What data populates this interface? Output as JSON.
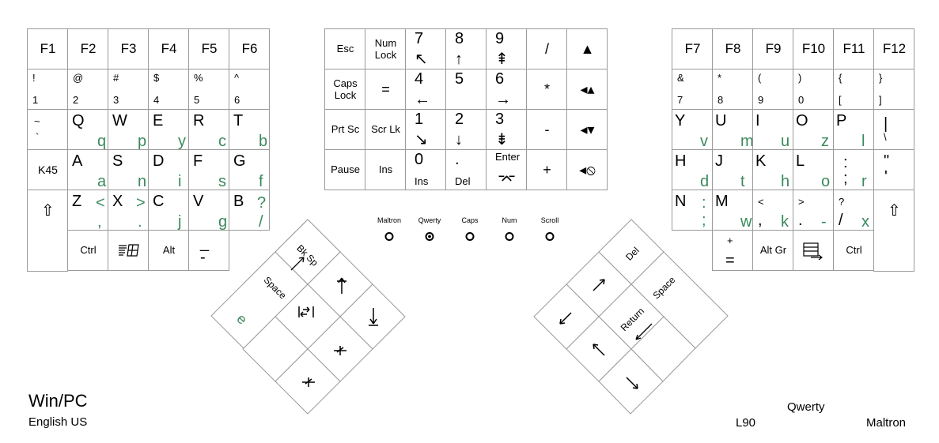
{
  "left_block": {
    "fkeys": [
      "F1",
      "F2",
      "F3",
      "F4",
      "F5",
      "F6"
    ],
    "num_row": [
      {
        "top": "!",
        "bottom": "1"
      },
      {
        "top": "@",
        "bottom": "2"
      },
      {
        "top": "#",
        "bottom": "3"
      },
      {
        "top": "$",
        "bottom": "4"
      },
      {
        "top": "%",
        "bottom": "5"
      },
      {
        "top": "^",
        "bottom": "6"
      }
    ],
    "qwerty_row": [
      {
        "top": "~",
        "bottom": "`"
      },
      {
        "main": "Q",
        "alt": "q"
      },
      {
        "main": "W",
        "alt": "p"
      },
      {
        "main": "E",
        "alt": "y"
      },
      {
        "main": "R",
        "alt": "c"
      },
      {
        "main": "T",
        "alt": "b"
      }
    ],
    "home_row": [
      {
        "label": "K45"
      },
      {
        "main": "A",
        "alt": "a"
      },
      {
        "main": "S",
        "alt": "n"
      },
      {
        "main": "D",
        "alt": "i"
      },
      {
        "main": "F",
        "alt": "s"
      },
      {
        "main": "G",
        "alt": "f"
      }
    ],
    "bottom_row": [
      {
        "main": "Z",
        "alt_top": "<",
        "alt_bottom": ","
      },
      {
        "main": "X",
        "alt_top": ">",
        "alt_bottom": "."
      },
      {
        "main": "C",
        "alt": "j"
      },
      {
        "main": "V",
        "alt": "g"
      },
      {
        "main": "B",
        "alt_top": "?",
        "alt_bottom": "/"
      }
    ],
    "shift_icon": "shift-arrow-icon",
    "mod_row": {
      "ctrl": "Ctrl",
      "win_icon": "windows-icon",
      "alt": "Alt",
      "minus_top": "_",
      "minus_bottom": "-"
    }
  },
  "right_block": {
    "fkeys": [
      "F7",
      "F8",
      "F9",
      "F10",
      "F11",
      "F12"
    ],
    "num_row": [
      {
        "top": "&",
        "bottom": "7"
      },
      {
        "top": "*",
        "bottom": "8"
      },
      {
        "top": "(",
        "bottom": "9"
      },
      {
        "top": ")",
        "bottom": "0"
      },
      {
        "top": "{",
        "bottom": "["
      },
      {
        "top": "}",
        "bottom": "]"
      }
    ],
    "qwerty_row": [
      {
        "main": "Y",
        "alt": "v"
      },
      {
        "main": "U",
        "alt": "m"
      },
      {
        "main": "I",
        "alt": "u"
      },
      {
        "main": "O",
        "alt": "z"
      },
      {
        "main": "P",
        "alt": "l"
      },
      {
        "top": "|",
        "bottom": "\\"
      }
    ],
    "home_row": [
      {
        "main": "H",
        "alt": "d"
      },
      {
        "main": "J",
        "alt": "t"
      },
      {
        "main": "K",
        "alt": "h"
      },
      {
        "main": "L",
        "alt": "o"
      },
      {
        "top": ":",
        "bottom": ";",
        "alt": "r"
      },
      {
        "top": "\"",
        "bottom": "'"
      }
    ],
    "bottom_row": [
      {
        "main": "N",
        "alt_top": ":",
        "alt_bottom": ";"
      },
      {
        "main": "M",
        "alt": "w",
        "extra": ""
      },
      {
        "top": "<",
        "bottom": ",",
        "alt": "k"
      },
      {
        "top": ">",
        "bottom": ".",
        "alt": "-"
      },
      {
        "top": "?",
        "bottom": "/",
        "alt": "x"
      }
    ],
    "shift_icon": "shift-arrow-icon",
    "mod_row": {
      "plus_top": "+",
      "plus_bottom": "=",
      "altgr": "Alt Gr",
      "menu_icon": "menu-icon",
      "ctrl": "Ctrl"
    }
  },
  "center_block": {
    "row1": [
      {
        "label": "Esc"
      },
      {
        "label": "Num\nLock"
      },
      {
        "top": "7",
        "bottom": "↖"
      },
      {
        "top": "8",
        "bottom": "↑"
      },
      {
        "top": "9",
        "bottom": "⇞"
      },
      {
        "label": "/"
      },
      {
        "label": "▲"
      }
    ],
    "row2": [
      {
        "label": "Caps\nLock"
      },
      {
        "label": "="
      },
      {
        "top": "4",
        "bottom": "←"
      },
      {
        "top": "5",
        "bottom": ""
      },
      {
        "top": "6",
        "bottom": "→"
      },
      {
        "label": "*"
      },
      {
        "label": "◂▴"
      }
    ],
    "row3": [
      {
        "label": "Prt Sc"
      },
      {
        "label": "Scr Lk"
      },
      {
        "top": "1",
        "bottom": "↘"
      },
      {
        "top": "2",
        "bottom": "↓"
      },
      {
        "top": "3",
        "bottom": "⇟"
      },
      {
        "label": "-"
      },
      {
        "label": "◂▾"
      }
    ],
    "row4": [
      {
        "label": "Pause"
      },
      {
        "label": "Ins"
      },
      {
        "top": "0",
        "bottom": "Ins"
      },
      {
        "top": ".",
        "bottom": "Del"
      },
      {
        "top": "Enter",
        "bottom": "⌤"
      },
      {
        "label": "+"
      },
      {
        "label": "◂⦸"
      }
    ]
  },
  "leds": [
    {
      "label": "Maltron",
      "lit": false
    },
    {
      "label": "Qwerty",
      "lit": true
    },
    {
      "label": "Caps",
      "lit": false
    },
    {
      "label": "Num",
      "lit": false
    },
    {
      "label": "Scroll",
      "lit": false
    }
  ],
  "left_thumb": {
    "bksp": "Bk Sp",
    "space": "Space",
    "e_key": "e",
    "tab_icon": "tab-icon",
    "up_icon": "arrow-up-icon",
    "down_icon": "arrow-down-icon",
    "pgup_icon": "page-up-icon",
    "pgdn_icon": "page-down-icon"
  },
  "right_thumb": {
    "del": "Del",
    "space": "Space",
    "return": "Return"
  },
  "footer": {
    "os": "Win/PC",
    "language": "English US",
    "layout": "Qwerty",
    "model": "L90",
    "brand": "Maltron"
  },
  "colors": {
    "accent": "#3a8a5c",
    "border": "#9a9a9a",
    "text": "#000000"
  }
}
